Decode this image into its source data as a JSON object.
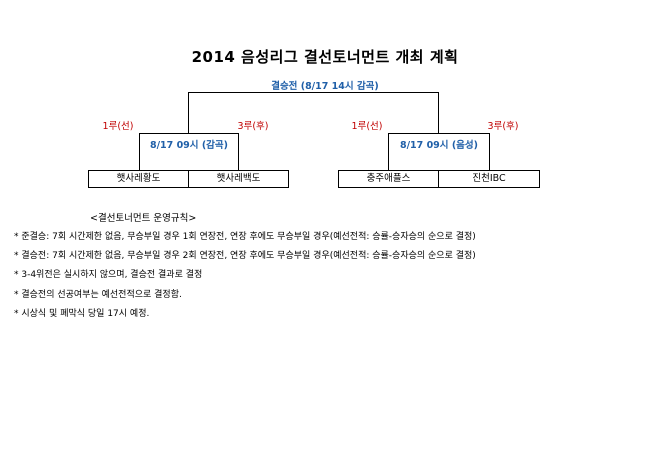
{
  "title": "2014 음성리그 결선토너먼트 개최 계획",
  "bracket": {
    "final": "결승전 (8/17 14시 감곡)",
    "left_semi": {
      "label": "8/17 09시 (감곡)",
      "seed1": "1루(선)",
      "seed3": "3루(후)",
      "team_a": "햇사레황도",
      "team_b": "햇사레백도"
    },
    "right_semi": {
      "label": "8/17 09시 (음성)",
      "seed1": "1루(선)",
      "seed3": "3루(후)",
      "team_a": "충주애플스",
      "team_b": "진천IBC"
    }
  },
  "rules": {
    "heading": "<결선토너먼트 운영규칙>",
    "items": [
      "* 준결승: 7회 시간제한 없음, 무승부일 경우 1회 연장전, 연장 후에도 무승부일 경우(예선전적: 승률-승자승의 순으로 결정)",
      "* 결승전:  7회 시간제한 없음, 무승부일 경우 2회 연장전, 연장 후에도 무승부일 경우(예선전적: 승률-승자승의 순으로 결정)",
      "* 3-4위전은 실시하지 않으며, 결승전 결과로 결정",
      "* 결승전의 선공여부는 예선전적으로 결정함.",
      "* 시상식 및 폐막식 당일 17시 예정."
    ]
  },
  "colors": {
    "accent_blue": "#1f5fa8",
    "seed_red": "#c00000"
  }
}
